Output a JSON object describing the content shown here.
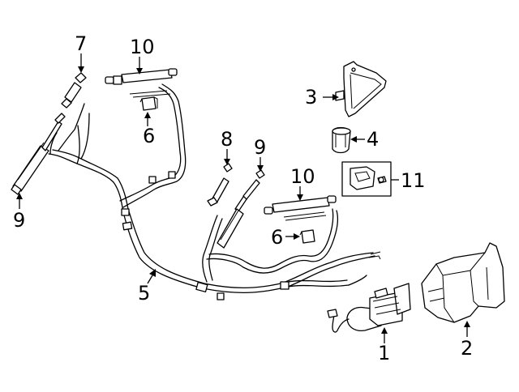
{
  "callouts": [
    {
      "id": "callout-1",
      "text": "1"
    },
    {
      "id": "callout-2",
      "text": "2"
    },
    {
      "id": "callout-3",
      "text": "3"
    },
    {
      "id": "callout-4",
      "text": "4"
    },
    {
      "id": "callout-5",
      "text": "5"
    },
    {
      "id": "callout-6a",
      "text": "6"
    },
    {
      "id": "callout-6b",
      "text": "6"
    },
    {
      "id": "callout-7",
      "text": "7"
    },
    {
      "id": "callout-8",
      "text": "8"
    },
    {
      "id": "callout-9a",
      "text": "9"
    },
    {
      "id": "callout-9b",
      "text": "9"
    },
    {
      "id": "callout-10a",
      "text": "10"
    },
    {
      "id": "callout-10b",
      "text": "10"
    },
    {
      "id": "callout-11",
      "text": "11"
    }
  ]
}
